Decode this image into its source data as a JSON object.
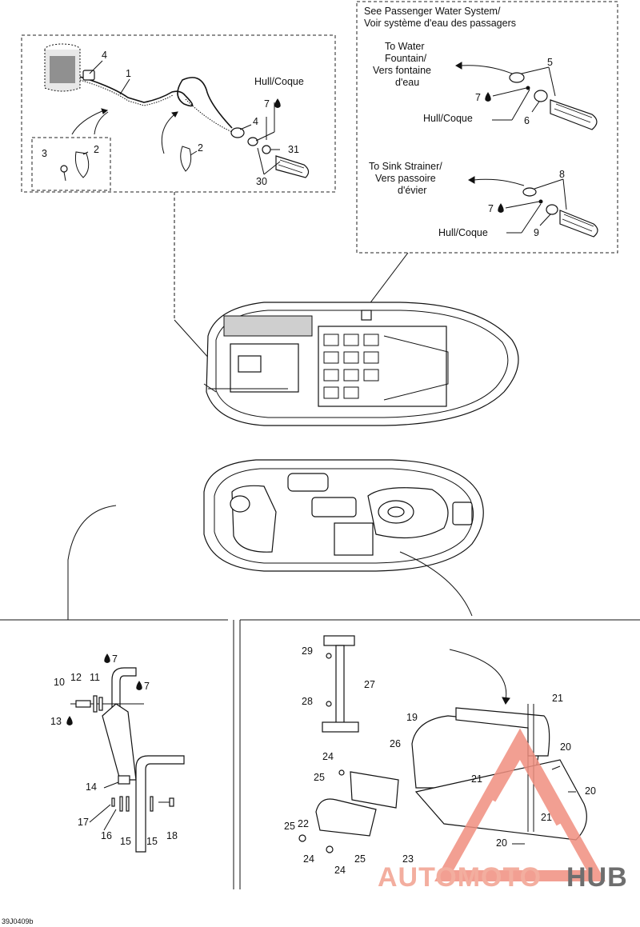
{
  "diagram": {
    "notes": {
      "passenger_en": "See Passenger Water System/",
      "passenger_fr": "Voir système d'eau des passagers",
      "fountain_1": "To Water",
      "fountain_2": "Fountain/",
      "fountain_3": "Vers fontaine",
      "fountain_4": "d'eau",
      "sink_1": "To Sink Strainer/",
      "sink_2": "Vers passoire",
      "sink_3": "d'évier",
      "hull_1": "Hull/Coque",
      "hull_2": "Hull/Coque",
      "hull_3": "Hull/Coque"
    },
    "parts": {
      "p1": "1",
      "p2a": "2",
      "p2b": "2",
      "p3": "3",
      "p4a": "4",
      "p4b": "4",
      "p5": "5",
      "p6": "6",
      "p7a": "7",
      "p7b": "7",
      "p7c": "7",
      "p7d": "7",
      "p7e": "7",
      "p8": "8",
      "p9": "9",
      "p10": "10",
      "p11": "11",
      "p12": "12",
      "p13": "13",
      "p14": "14",
      "p15a": "15",
      "p15b": "15",
      "p16": "16",
      "p17": "17",
      "p18": "18",
      "p19": "19",
      "p20a": "20",
      "p20b": "20",
      "p20c": "20",
      "p21a": "21",
      "p21b": "21",
      "p21c": "21",
      "p22": "22",
      "p23": "23",
      "p24a": "24",
      "p24b": "24",
      "p24c": "24",
      "p25a": "25",
      "p25b": "25",
      "p25c": "25",
      "p26": "26",
      "p27": "27",
      "p28": "28",
      "p29": "29",
      "p30": "30",
      "p31": "31"
    },
    "code": "39J0409b",
    "watermark": {
      "left": "AUTOMOTO",
      "right": "HUB",
      "color_left": "#f2a08f",
      "color_right": "#555555",
      "logo_color": "#f08f80"
    }
  }
}
